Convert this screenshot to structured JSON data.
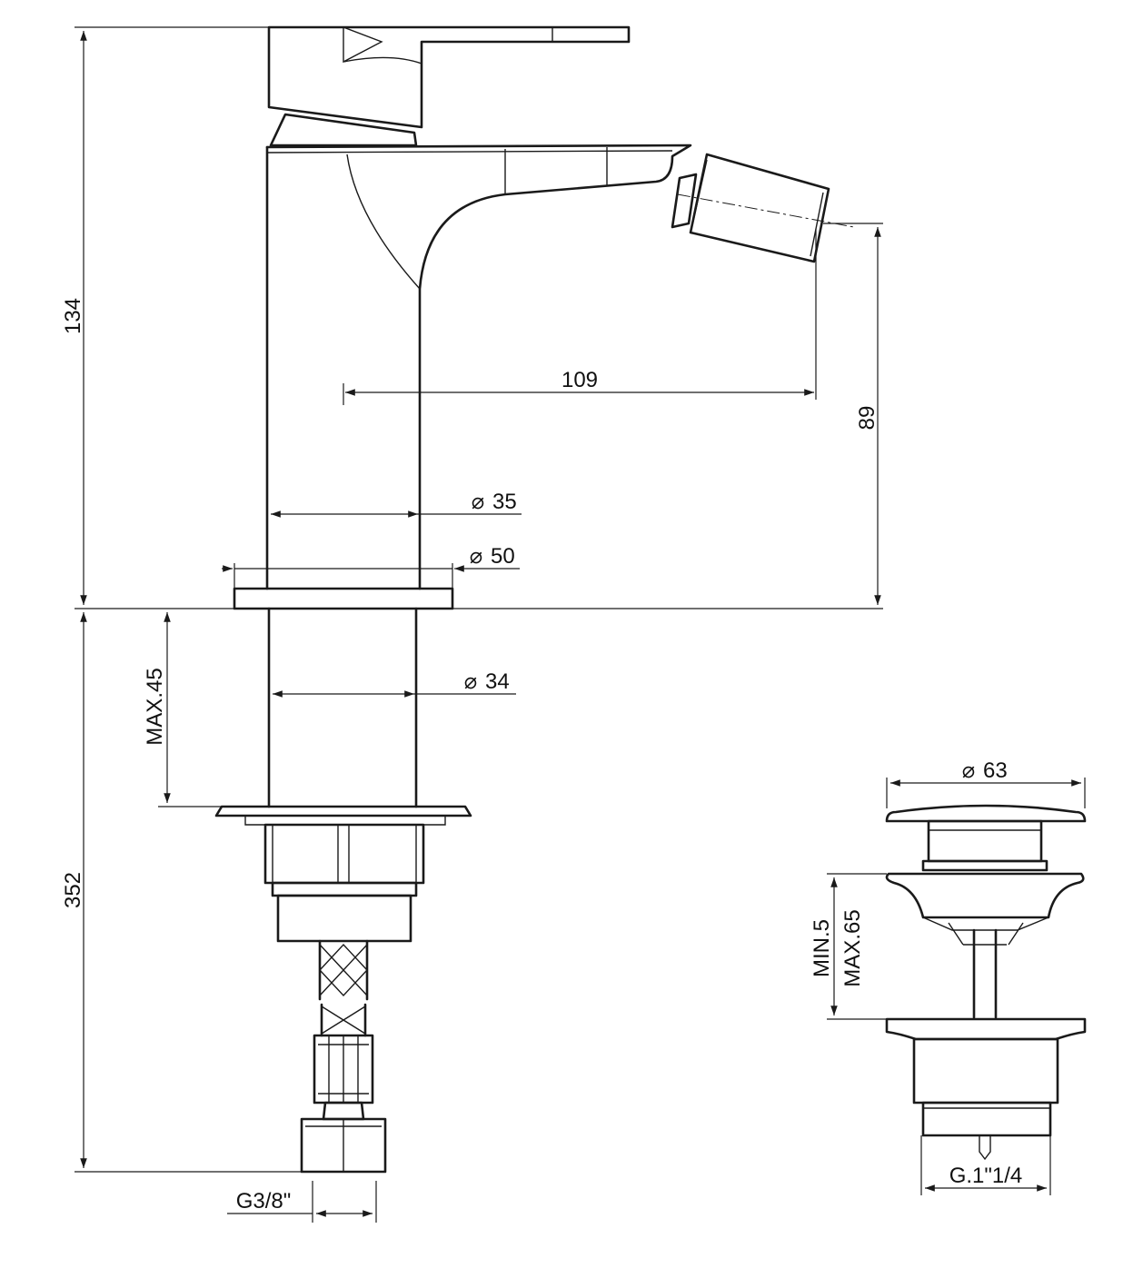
{
  "dimensions": {
    "height_upper": "134",
    "spout_reach": "109",
    "spout_height": "89",
    "body_diameter": "35",
    "flange_diameter": "50",
    "shank_diameter": "34",
    "deck_thickness": "MAX.45",
    "total_height": "352",
    "inlet_thread": "G3/8\"",
    "waste_diameter": "63",
    "waste_thickness_min": "MIN.5",
    "waste_thickness_max": "MAX.65",
    "waste_thread": "G.1\"1/4"
  },
  "symbols": {
    "diameter": "⌀"
  },
  "colors": {
    "line": "#1a1a1a",
    "background": "#ffffff"
  }
}
